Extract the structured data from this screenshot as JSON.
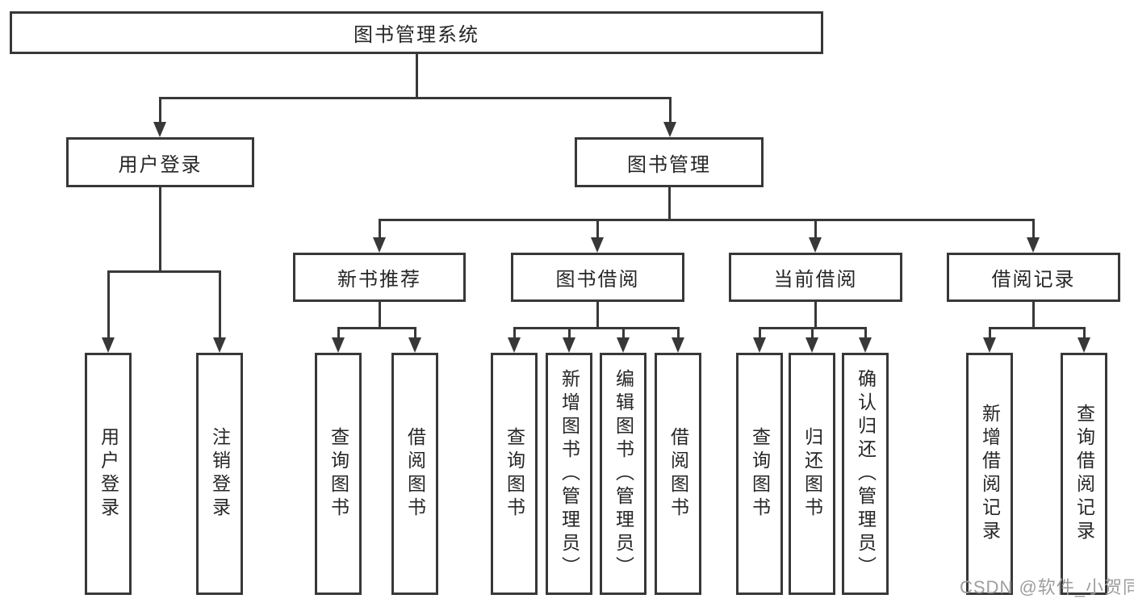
{
  "colors": {
    "line": "#383838",
    "node_text": "#262626",
    "background": "#ffffff",
    "watermark_text": "#9e9e9e"
  },
  "watermark": "CSDN @软件_小贺同学",
  "tree": {
    "label": "图书管理系统",
    "children": [
      {
        "label": "用户登录",
        "children": [
          {
            "label": "用户登录"
          },
          {
            "label": "注销登录"
          }
        ]
      },
      {
        "label": "图书管理",
        "children": [
          {
            "label": "新书推荐",
            "children": [
              {
                "label": "查询图书"
              },
              {
                "label": "借阅图书"
              }
            ]
          },
          {
            "label": "图书借阅",
            "children": [
              {
                "label": "查询图书"
              },
              {
                "label": "新增图书（管理员）"
              },
              {
                "label": "编辑图书（管理员）"
              },
              {
                "label": "借阅图书"
              }
            ]
          },
          {
            "label": "当前借阅",
            "children": [
              {
                "label": "查询图书"
              },
              {
                "label": "归还图书"
              },
              {
                "label": "确认归还（管理员）"
              }
            ]
          },
          {
            "label": "借阅记录",
            "children": [
              {
                "label": "新增借阅记录"
              },
              {
                "label": "查询借阅记录"
              }
            ]
          }
        ]
      }
    ]
  }
}
